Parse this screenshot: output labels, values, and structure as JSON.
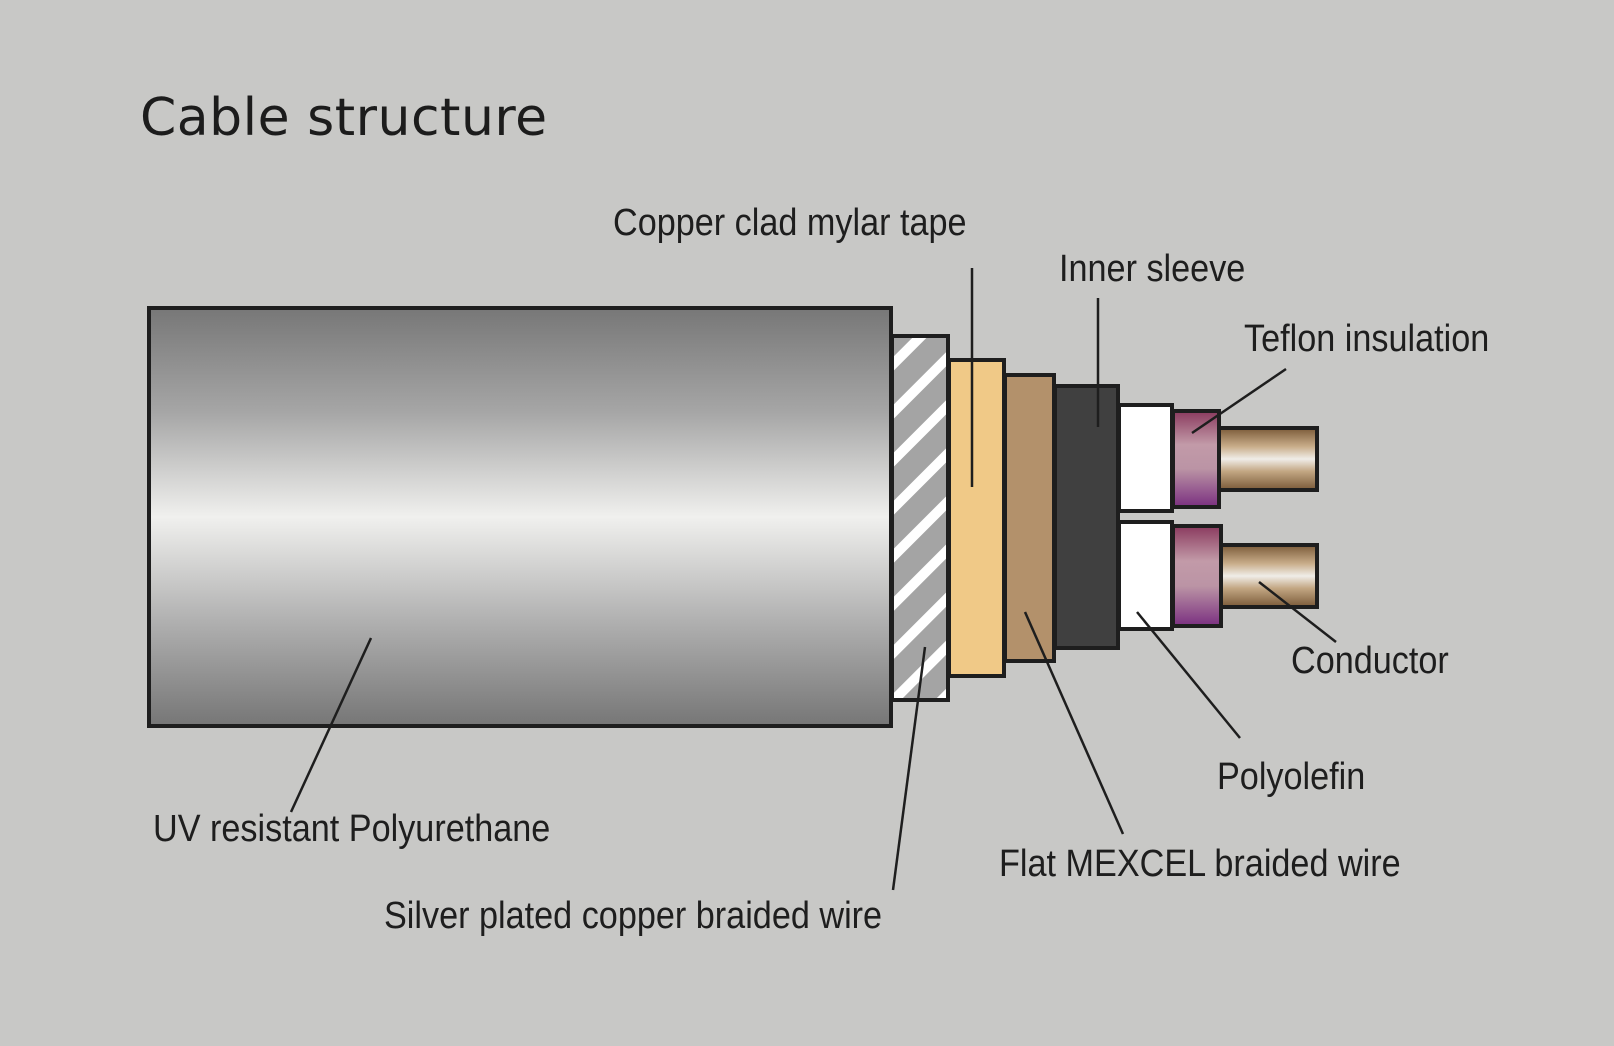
{
  "title": "Cable structure",
  "layers": [
    {
      "id": "jacket",
      "label": "UV resistant Polyurethane",
      "color": "#a8a8a8"
    },
    {
      "id": "braid",
      "label": "Silver plated copper braided wire",
      "color": "#a4a4a4"
    },
    {
      "id": "mylar",
      "label": "Copper clad mylar tape",
      "color": "#f0c987"
    },
    {
      "id": "mexcel",
      "label": "Flat MEXCEL braided wire",
      "color": "#b3916b"
    },
    {
      "id": "sleeve",
      "label": "Inner sleeve",
      "color": "#404040"
    },
    {
      "id": "polyolefin",
      "label": "Polyolefin",
      "color": "#ffffff"
    },
    {
      "id": "teflon",
      "label": "Teflon insulation",
      "color": "#bf96a6"
    },
    {
      "id": "conductor",
      "label": "Conductor",
      "color": "#d9c6b0"
    }
  ],
  "colors": {
    "background": "#c8c8c6",
    "outline": "#1e1e1e"
  }
}
